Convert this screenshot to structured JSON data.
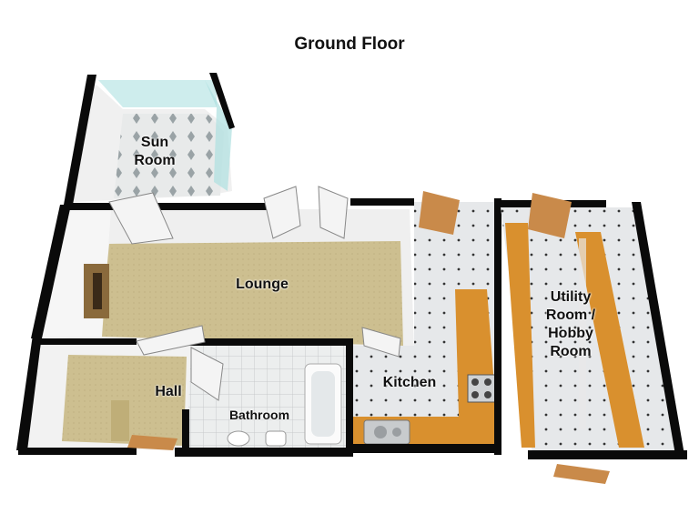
{
  "title": "Ground Floor",
  "rooms": {
    "sun_room": "Sun\nRoom",
    "lounge": "Lounge",
    "kitchen": "Kitchen",
    "utility": "Utility\nRoom /\nHobby\nRoom",
    "hall": "Hall",
    "bathroom": "Bathroom"
  },
  "colors": {
    "wall": "#0a0a0a",
    "lounge_floor": "#cbbd8e",
    "tile_floor": "#e4e6e8",
    "worktop": "#d9902e",
    "glass": "#bfe6e6",
    "door": "#c98a4a"
  }
}
